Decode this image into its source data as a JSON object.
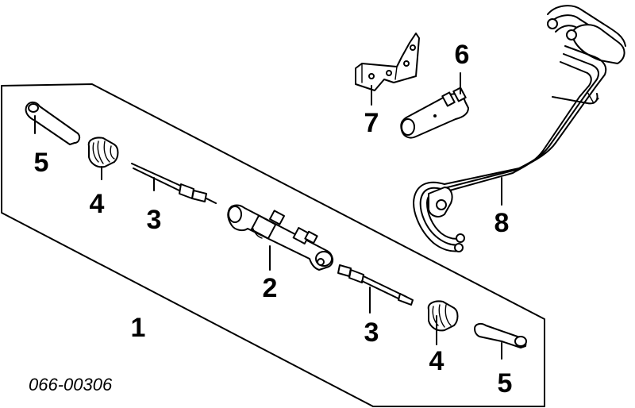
{
  "diagram": {
    "code": "066-00306",
    "callouts": {
      "c1": "1",
      "c2": "2",
      "c3a": "3",
      "c3b": "3",
      "c4a": "4",
      "c4b": "4",
      "c5a": "5",
      "c5b": "5",
      "c6": "6",
      "c7": "7",
      "c8": "8"
    }
  }
}
